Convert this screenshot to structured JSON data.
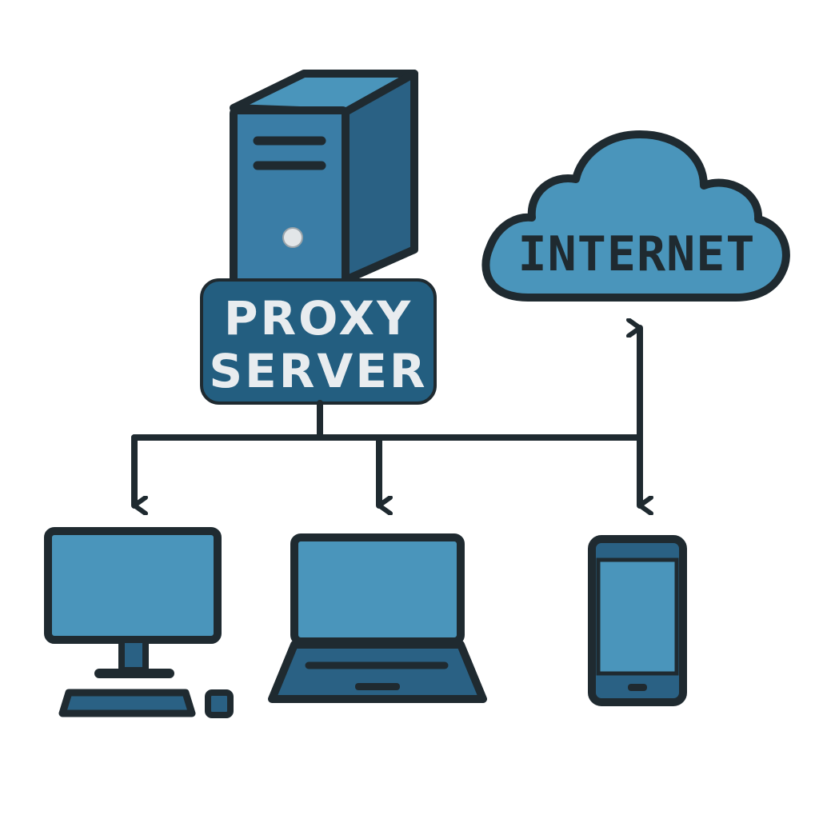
{
  "labels": {
    "proxy_line1": "PROXY",
    "proxy_line2": "SERVER",
    "internet": "INTERNET"
  },
  "icons": {
    "server": "server-tower-icon",
    "cloud": "cloud-icon",
    "desktop": "desktop-computer-icon",
    "laptop": "laptop-icon",
    "phone": "smartphone-icon"
  },
  "colors": {
    "outline": "#1f2a30",
    "light_blue": "#4a95bb",
    "mid_blue": "#3a7da6",
    "dark_blue": "#2a6184",
    "label_bg": "#235e80",
    "label_text": "#e8ecef",
    "cloud_text": "#1f2a30",
    "background": "#ffffff"
  }
}
